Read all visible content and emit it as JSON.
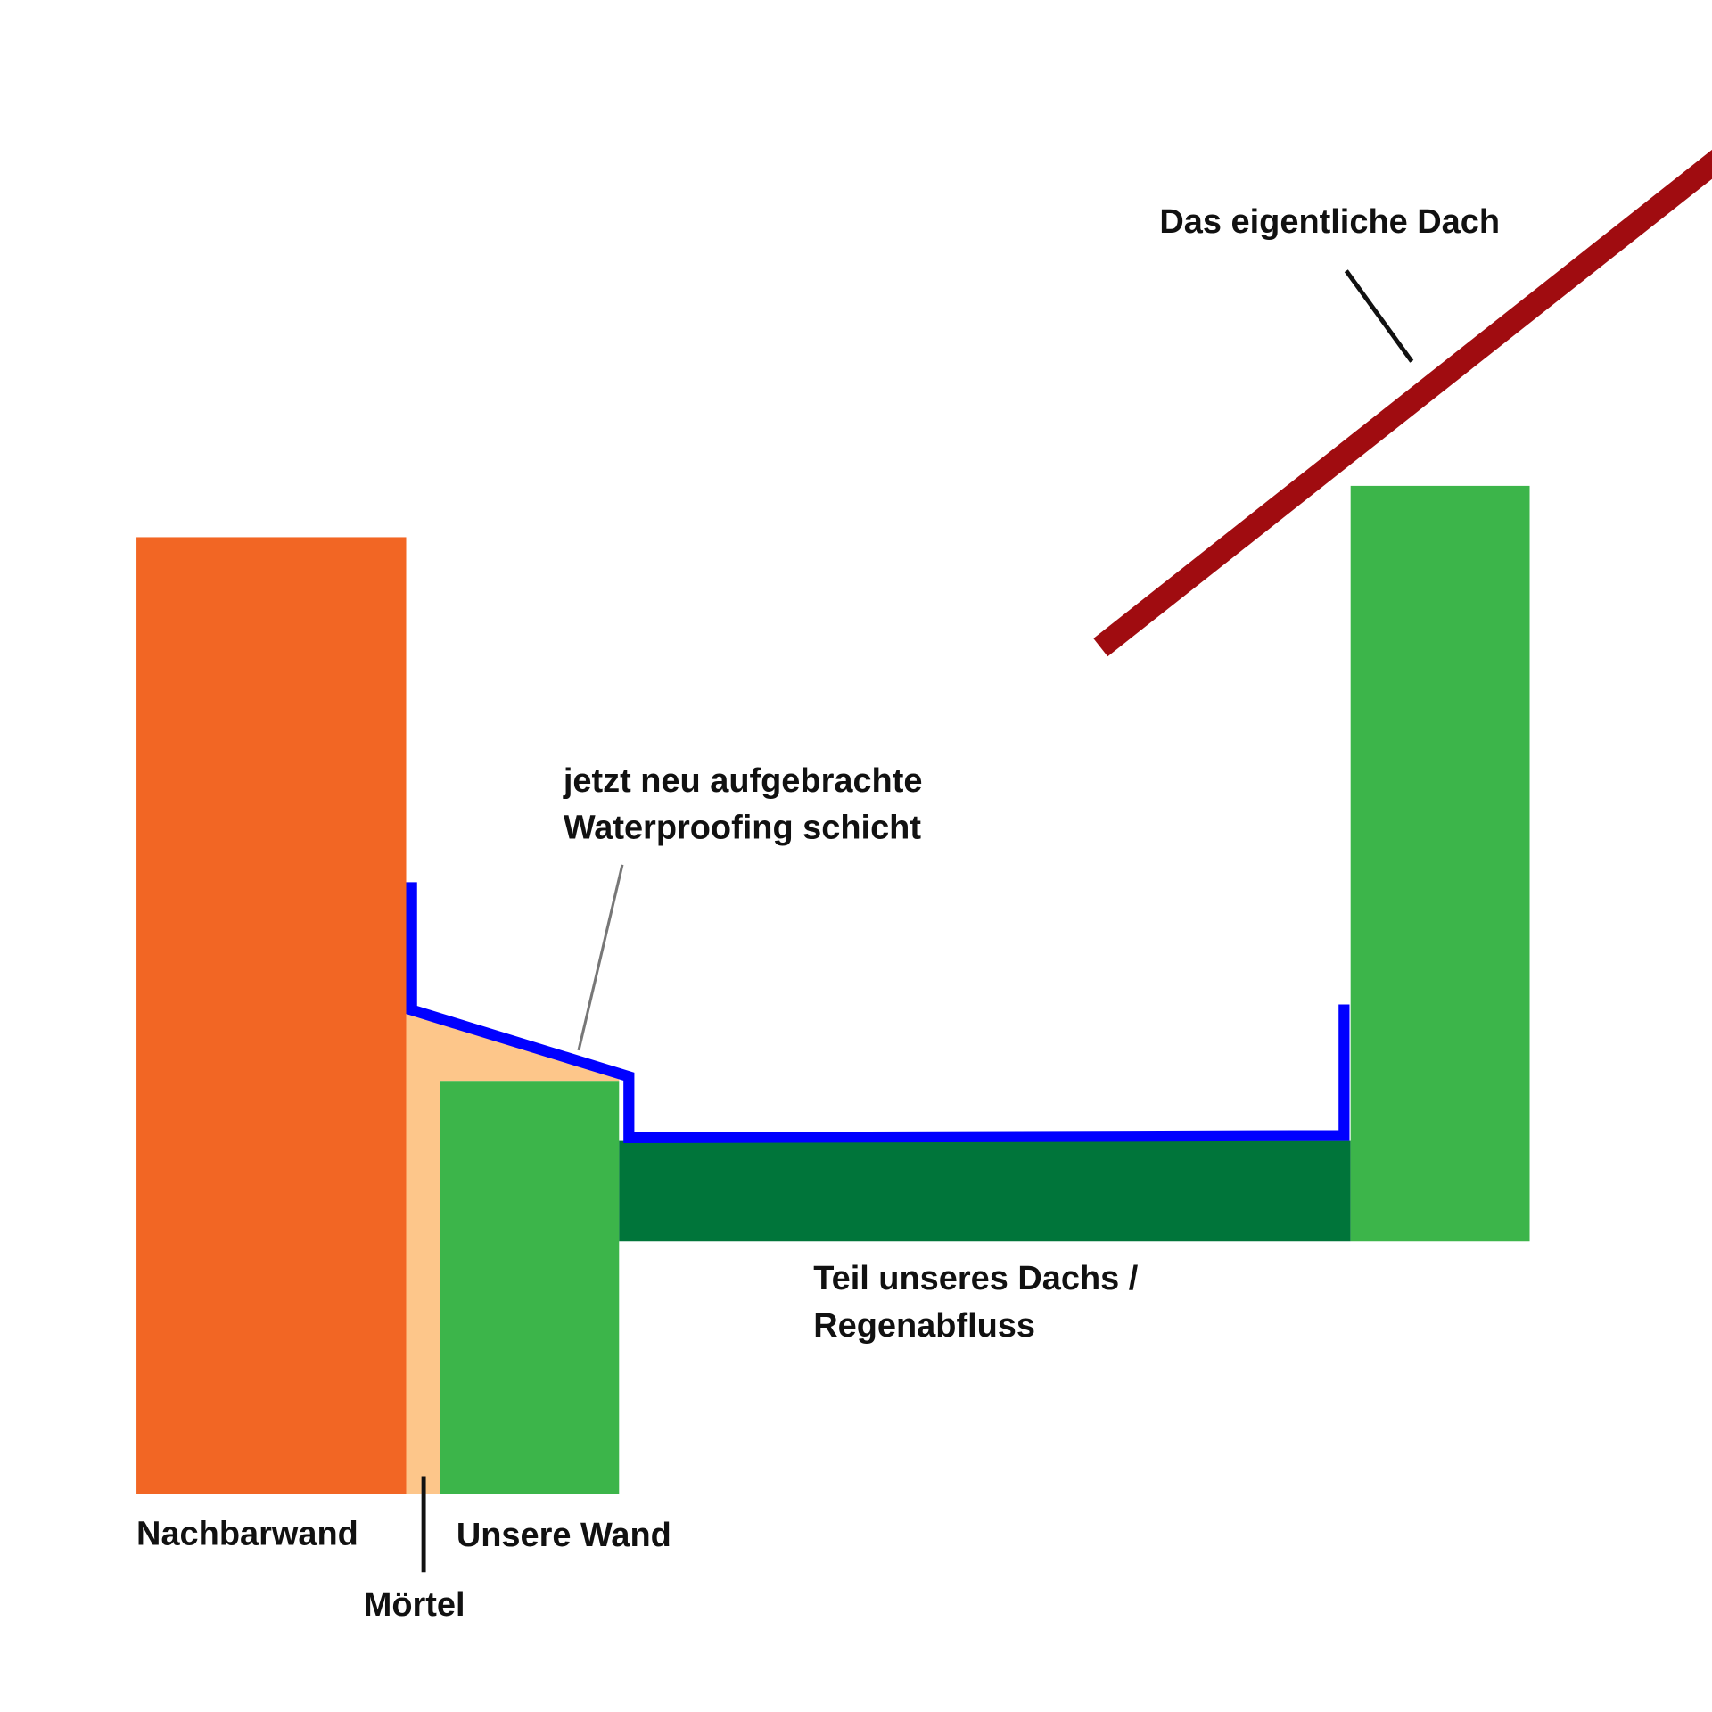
{
  "labels": {
    "roof": "Das eigentliche Dach",
    "waterproofing_line1": "jetzt neu aufgebrachte",
    "waterproofing_line2": "Waterproofing schicht",
    "drain_line1": "Teil unseres Dachs /",
    "drain_line2": "Regenabfluss",
    "neighbor_wall": "Nachbarwand",
    "our_wall": "Unsere Wand",
    "mortar": "Mörtel"
  },
  "colors": {
    "neighbor_wall": "#F26624",
    "mortar": "#FDC68A",
    "our_wall": "#3CB54A",
    "drain": "#00753A",
    "waterproofing": "#0000FF",
    "roof": "#A00C10"
  }
}
